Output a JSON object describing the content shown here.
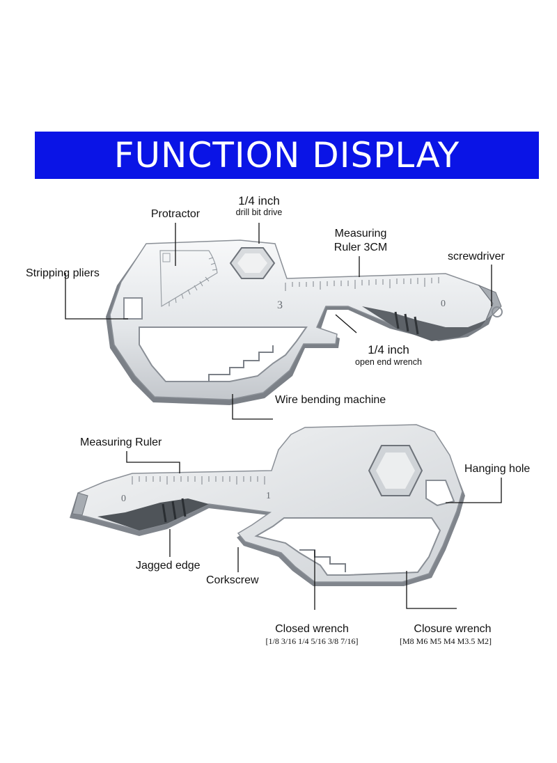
{
  "banner": {
    "title": "FUNCTION DISPLAY",
    "color": "#0a14e6"
  },
  "top_tool": {
    "labels": {
      "drill_title": "1/4 inch",
      "drill_sub": "drill bit drive",
      "protractor": "Protractor",
      "measuring_ruler_line1": "Measuring",
      "measuring_ruler_line2": "Ruler 3CM",
      "screwdriver": "screwdriver",
      "stripping_pliers": "Stripping pliers",
      "open_wrench_title": "1/4 inch",
      "open_wrench_sub": "open end wrench",
      "wire_bending": "Wire bending machine"
    },
    "engraved": {
      "ruler_number_3": "3",
      "ruler_number_0": "0"
    }
  },
  "bottom_tool": {
    "labels": {
      "measuring_ruler": "Measuring Ruler",
      "hanging_hole": "Hanging hole",
      "jagged_edge": "Jagged edge",
      "corkscrew": "Corkscrew",
      "closed_wrench": "Closed wrench",
      "closed_wrench_sizes": "[1/8 3/16 1/4 5/16 3/8 7/16]",
      "closure_wrench": "Closure wrench",
      "closure_wrench_sizes": "[M8 M6 M5 M4 M3.5 M2]"
    },
    "engraved": {
      "ruler_number_0": "0",
      "ruler_number_1": "1"
    }
  },
  "icons": [
    "hex-drill-icon",
    "protractor-icon"
  ],
  "colors": {
    "metal_light": "#eef0f2",
    "metal_mid": "#c8ccd1",
    "metal_dark": "#6e737a",
    "callout_line": "#111111"
  }
}
